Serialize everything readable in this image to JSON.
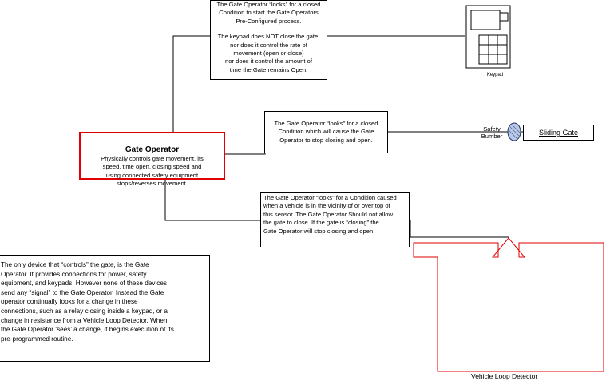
{
  "boxes": {
    "top_condition": {
      "lines1": [
        "The Gate Operator “looks” for a closed",
        "Condition to start the Gate Operators",
        "Pre-Configured process."
      ],
      "lines2": [
        "The keypad does NOT close the gate,",
        "nor does it control the rate of",
        "movement (open or close)",
        "nor does it control the amount of",
        "time the Gate remains Open."
      ]
    },
    "gate_operator": {
      "title": "Gate Operator",
      "lines": [
        "Physically controls gate movement, its",
        "speed, time open, closing speed and",
        "using connected safety equipment",
        "stops/reverses movement."
      ]
    },
    "safety_condition": {
      "lines": [
        "The Gate Operator “looks” for a closed",
        "Condition which will cause the Gate",
        "Operator to stop closing and open."
      ]
    },
    "vehicle_condition": {
      "lines": [
        "The Gate Operator “looks” for a Condition caused",
        "when a vehicle is in the vicinity of or over top of",
        "this sensor.  The Gate Operator Should not allow",
        "the gate to close.  If the gate is “closing” the",
        "Gate Operator will stop closing and open."
      ]
    },
    "explanation": {
      "lines": [
        "The only device that “controls” the gate, is the Gate",
        "Operator.  It provides connections for power, safety",
        "equipment, and keypads.  However none of these devices",
        "send any “signal” to the Gate Operator.  Instead the Gate",
        "operator continually looks for a change in these",
        "connections, such as a relay closing inside a keypad, or a",
        "change in resistance from a Vehicle Loop Detector.  When",
        "the Gate Operator ‘sees’ a change, it begins execution of its",
        "pre-programmed routine."
      ]
    }
  },
  "labels": {
    "keypad": "Keypad",
    "safety_bumber_line1": "Safety",
    "safety_bumber_line2": "Bumber",
    "sliding_gate": "Sliding Gate",
    "vehicle_loop_detector": "Vehicle Loop Detector"
  },
  "colors": {
    "line": "#000000",
    "accent_red": "#e00000",
    "bumper_fill": "#b8c8e8",
    "bumper_stroke": "#203060"
  }
}
